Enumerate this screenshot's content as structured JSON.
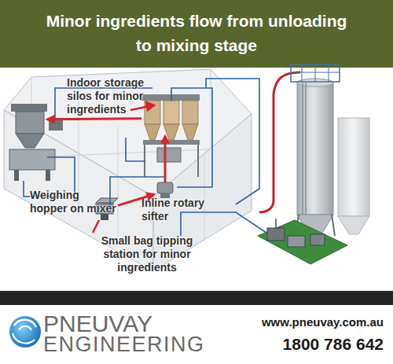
{
  "diagram": {
    "title": "Minor ingredients flow from unloading to mixing stage",
    "nodes": [
      {
        "text": [
          "Indoor storage silos for minor ingredients"
        ]
      },
      {
        "text": [
          "Weighing hopper on mixer"
        ]
      },
      {
        "text": [
          "Inline rotary sifter"
        ]
      },
      {
        "text": [
          "Small bag tipping station for minor ingredients"
        ]
      }
    ],
    "edges": [
      {
        "from": 3,
        "to": 2,
        "arrow": "to"
      },
      {
        "from": 2,
        "to": 0,
        "arrow": "to"
      },
      {
        "from": 0,
        "to": 1,
        "arrow": "to"
      }
    ],
    "labels": [
      "PNEUVAY",
      "ENGINEERING",
      "www.pneuvay.com.au",
      "1800 786 642"
    ]
  }
}
